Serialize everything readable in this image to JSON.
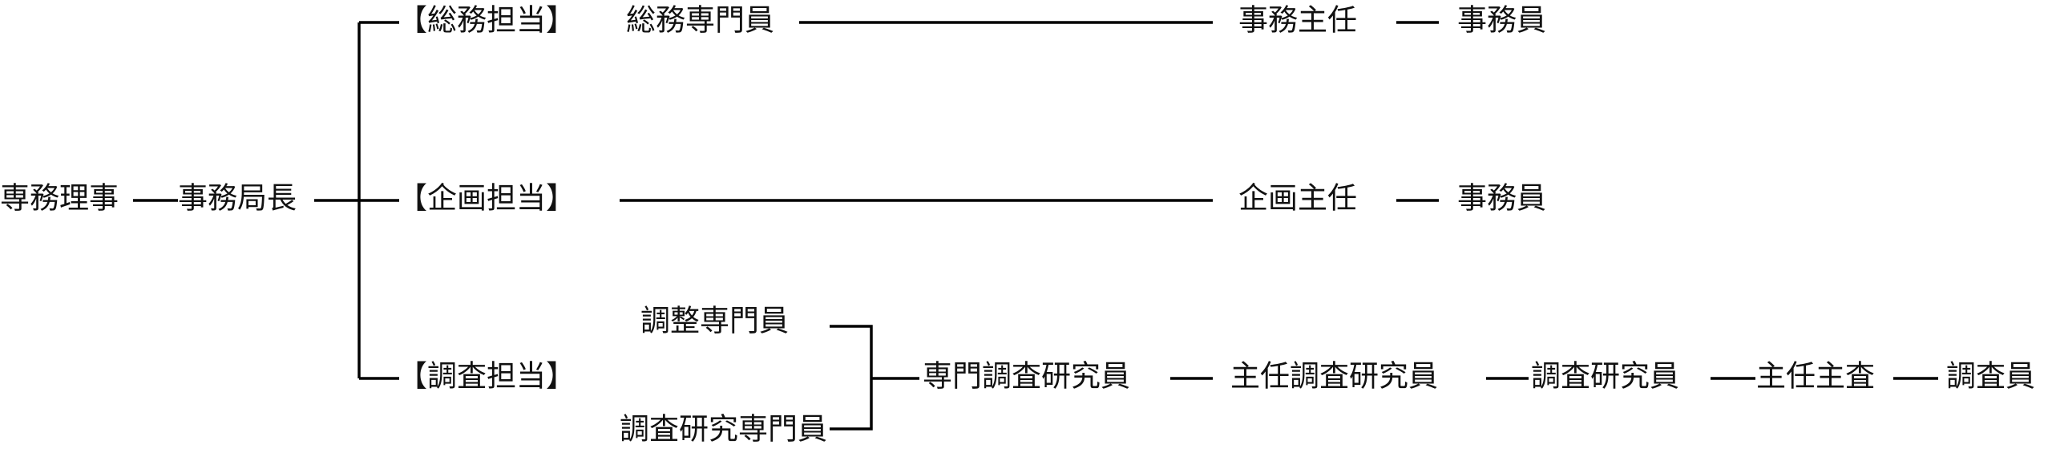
{
  "org_chart": {
    "executive_director": "専務理事",
    "secretary_general": "事務局長",
    "sections": [
      {
        "label": "【総務担当】",
        "roles": [
          "総務専門員",
          "事務主任",
          "事務員"
        ]
      },
      {
        "label": "【企画担当】",
        "roles": [
          "企画主任",
          "事務員"
        ]
      },
      {
        "label": "【調査担当】",
        "specialists": [
          "調整専門員",
          "調査研究専門員"
        ],
        "roles": [
          "専門調査研究員",
          "主任調査研究員",
          "調査研究員",
          "主任主査",
          "調査員"
        ]
      }
    ]
  },
  "colors": {
    "line": "#000000",
    "text": "#111111",
    "background": "#ffffff"
  }
}
